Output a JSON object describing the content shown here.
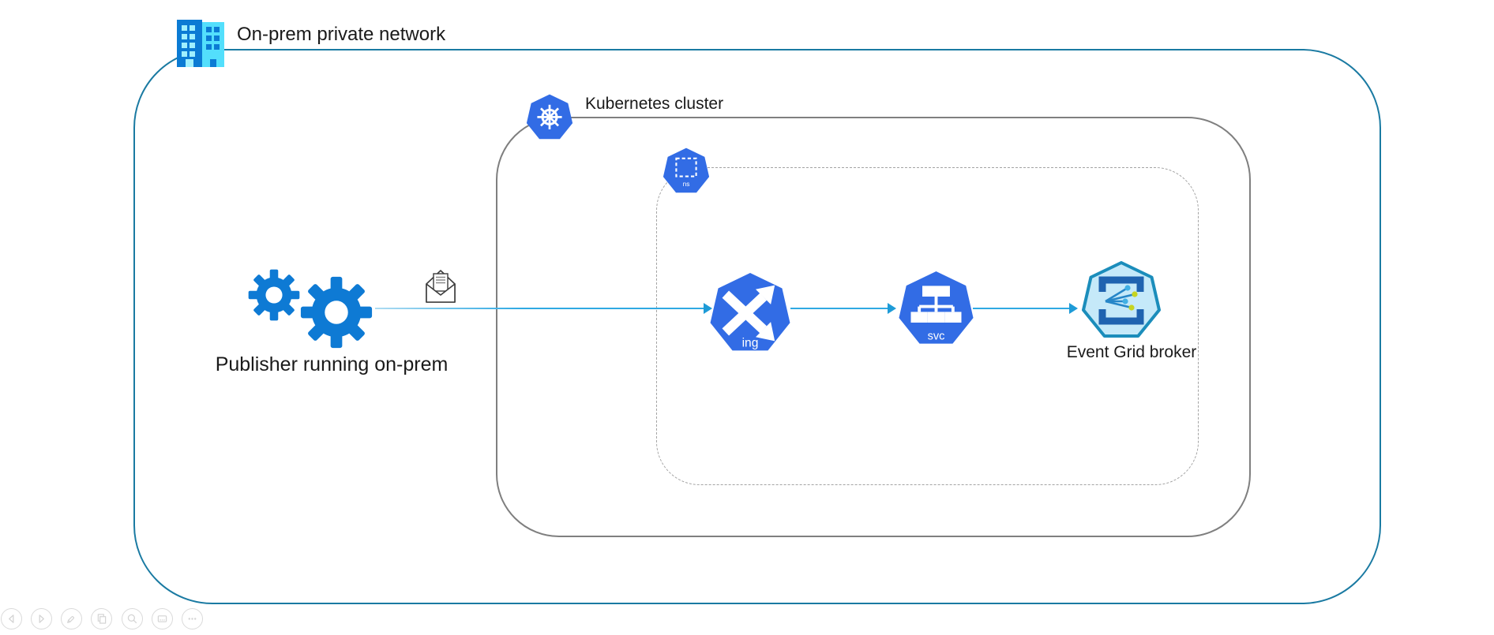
{
  "labels": {
    "onprem": "On-prem private network",
    "k8s": "Kubernetes cluster",
    "publisher": "Publisher running on-prem",
    "eventgrid": "Event Grid broker",
    "ns": "ns",
    "ing": "ing",
    "svc": "svc"
  },
  "colors": {
    "onprem_border": "#1a7aa2",
    "k8s_cluster_border": "#7f7f7f",
    "namespace_border": "#a3a3a3",
    "kubernetes_blue": "#326ce5",
    "gear_blue": "#0e7ad4",
    "flow_arrow_blue": "#2fa9e3",
    "eventgrid_fill": "#c5e9f9",
    "eventgrid_border": "#1b8dbb",
    "building_dark": "#0b7bd4",
    "building_light": "#53dffc"
  },
  "toolbar": {
    "buttons": [
      "previous",
      "next",
      "edit",
      "copy",
      "zoom",
      "notes",
      "more"
    ]
  }
}
